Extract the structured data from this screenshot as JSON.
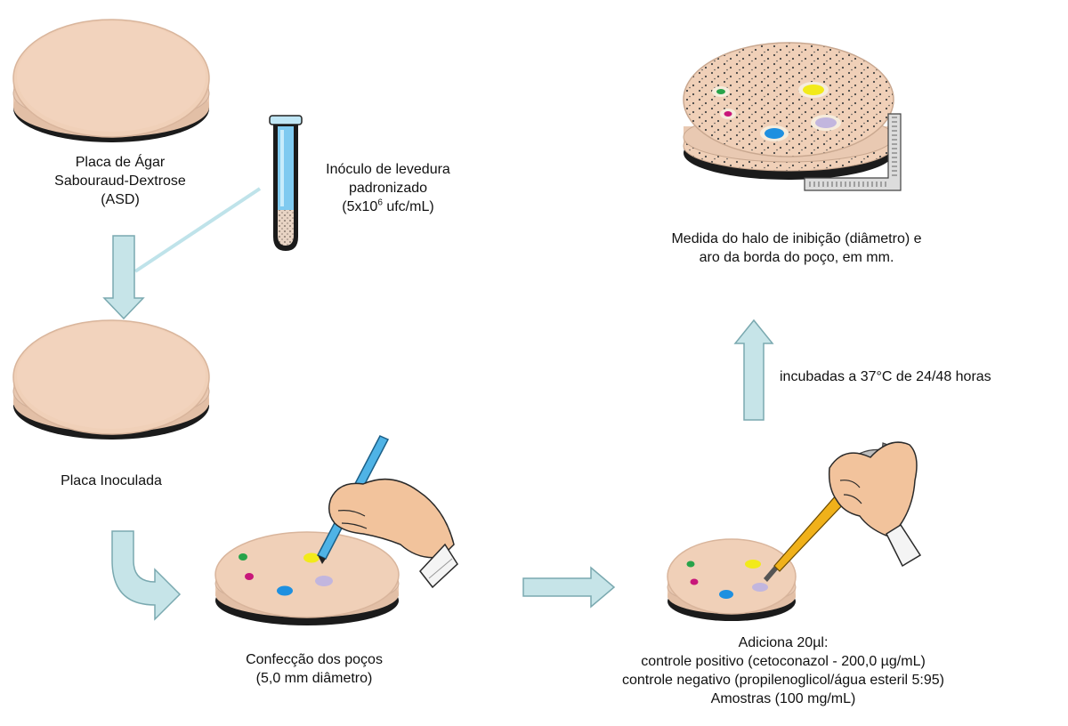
{
  "labels": {
    "plate_asd": [
      "Placa de Ágar",
      "Sabouraud-Dextrose",
      "(ASD)"
    ],
    "inoculum": {
      "line1": "Inóculo de levedura",
      "line2": "padronizado",
      "line3_pre": "(5x10",
      "line3_sup": "6",
      "line3_post": " ufc/mL)"
    },
    "plate_inoculated": "Placa Inoculada",
    "wells": [
      "Confecção dos poços",
      "(5,0 mm diâmetro)"
    ],
    "add": [
      "Adiciona 20µl:",
      "controle positivo (cetoconazol - 200,0 µg/mL)",
      "controle negativo (propilenoglicol/água esteril 5:95)",
      "Amostras (100 mg/mL)"
    ],
    "incubation": "incubadas a 37°C de 24/48 horas",
    "measure": [
      "Medida do halo de inibição (diâmetro) e",
      "aro da borda do poço, em mm."
    ]
  },
  "colors": {
    "agar": "#f0d0b8",
    "plate_dark": "#1b1b1b",
    "arrow_fill": "#c6e4e8",
    "arrow_stroke": "#7aa9b0",
    "well_green": "#27a34a",
    "well_yellow": "#f2ea1a",
    "well_magenta": "#c8177a",
    "well_blue": "#1e90e0",
    "well_lilac": "#c2b6de",
    "tube_liquid": "#7fcaf0",
    "skin": "#f2c39c"
  },
  "icons": [
    "petri-dish-icon",
    "test-tube-icon",
    "hand-icon",
    "pipette-icon",
    "ruler-icon",
    "arrow-icon"
  ]
}
